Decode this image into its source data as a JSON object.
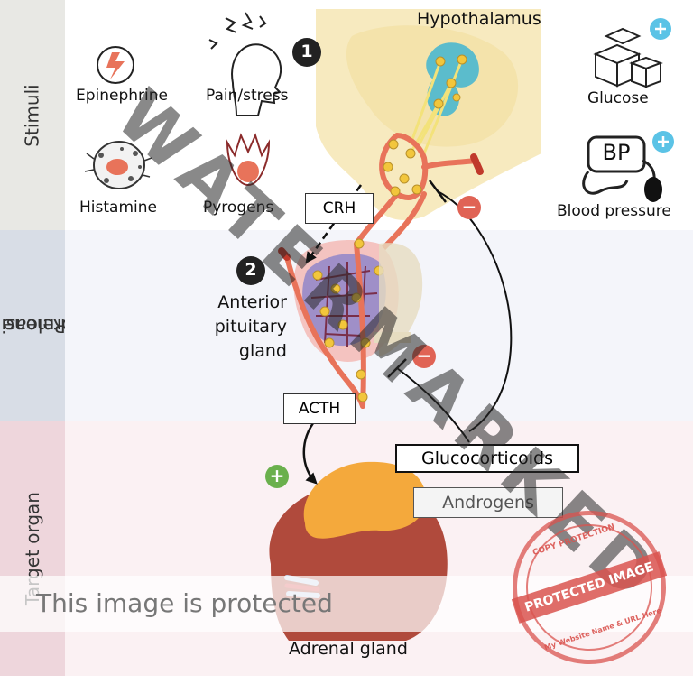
{
  "bands": {
    "stimuli": "Stimuli",
    "releasing_hormone": "Releasing hormone",
    "releasing_line1": "Releasing",
    "releasing_line2": "hormone",
    "target_organ": "Target organ"
  },
  "stimuli": {
    "epinephrine": "Epinephrine",
    "pain_stress": "Pain/stress",
    "histamine": "Histamine",
    "pyrogens": "Pyrogens",
    "glucose": "Glucose",
    "blood_pressure": "Blood pressure",
    "bp_icon_text": "BP"
  },
  "structures": {
    "hypothalamus": "Hypothalamus",
    "anterior_pituitary_line1": "Anterior",
    "anterior_pituitary_line2": "pituitary",
    "anterior_pituitary_line3": "gland",
    "adrenal_gland": "Adrenal gland"
  },
  "hormones": {
    "crh": "CRH",
    "acth": "ACTH",
    "glucocorticoids": "Glucocorticoids",
    "androgens": "Androgens"
  },
  "steps": {
    "step1": "1",
    "step2": "2"
  },
  "signs": {
    "plus": "+",
    "minus": "−"
  },
  "overlays": {
    "watermark": "WATERMARKED",
    "protected_banner": "This image is protected",
    "stamp_center": "PROTECTED IMAGE",
    "stamp_top": "COPY PROTECTION",
    "stamp_bottom": "My Website Name & URL Here"
  },
  "colors": {
    "stimuli_band": "#e8e8e4",
    "releasing_band": "#d8dde6",
    "target_band": "#eed6dc",
    "hypothalamus_fill": "#f6e6b4",
    "vessel": "#e8735a",
    "pituitary_fill": "#f4c3c0",
    "nucleus_teal": "#5bbccc",
    "adrenal_cortex": "#f4a93c",
    "kidney": "#b04a3c",
    "plus_green": "#6ab04c",
    "minus_red": "#e06355",
    "stamp_red": "#d9534f"
  }
}
